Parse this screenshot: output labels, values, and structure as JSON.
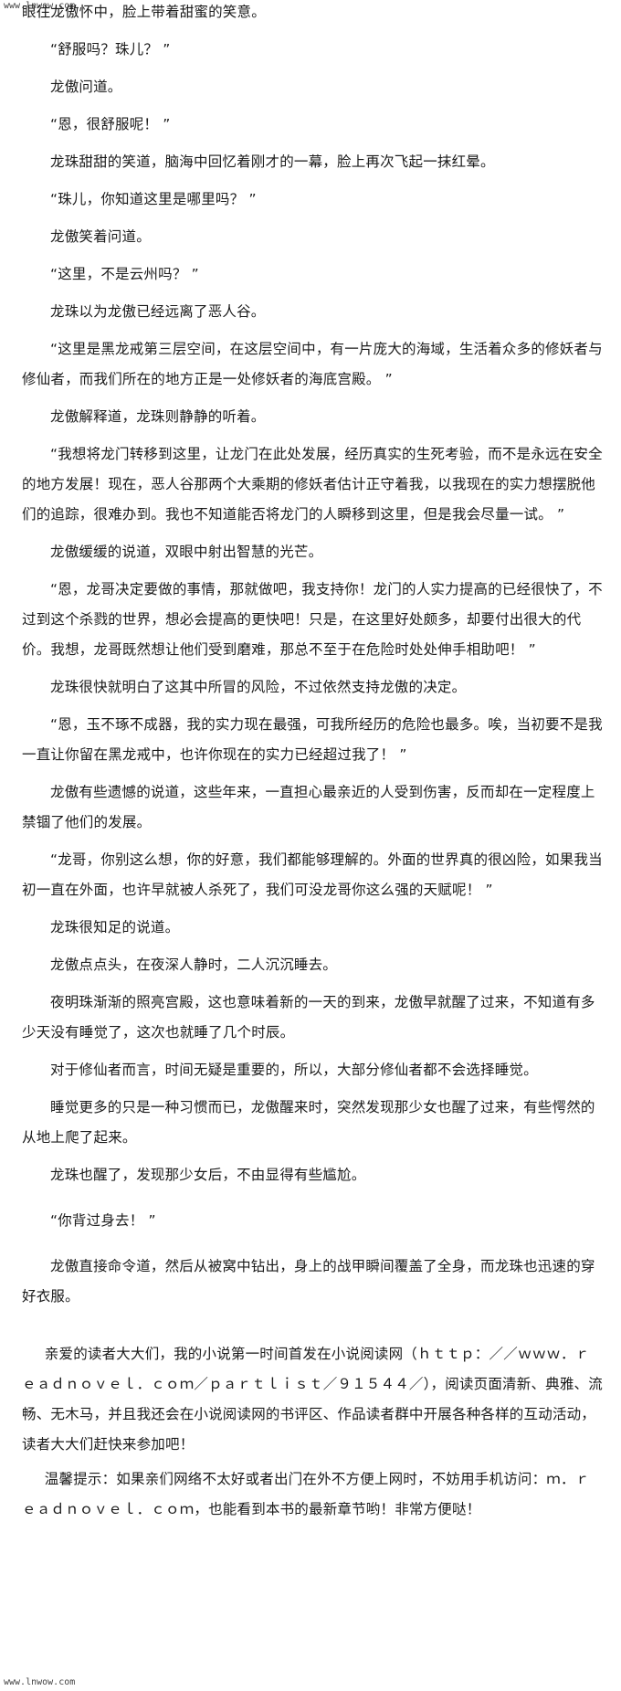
{
  "watermark_top": "www.lnwow.com",
  "watermark_bottom": "www.lnwow.com",
  "paragraphs": [
    "眼往龙傲怀中，脸上带着甜蜜的笑意。",
    "“舒服吗？珠儿？ ”",
    "龙傲问道。",
    "“恩，很舒服呢！ ”",
    "龙珠甜甜的笑道，脑海中回忆着刚才的一幕，脸上再次飞起一抹红晕。",
    "“珠儿，你知道这里是哪里吗？ ”",
    "龙傲笑着问道。",
    "“这里，不是云州吗？ ”",
    "龙珠以为龙傲已经远离了恶人谷。",
    "“这里是黑龙戒第三层空间，在这层空间中，有一片庞大的海域，生活着众多的修妖者与修仙者，而我们所在的地方正是一处修妖者的海底宫殿。 ”",
    "龙傲解释道，龙珠则静静的听着。",
    "“我想将龙门转移到这里，让龙门在此处发展，经历真实的生死考验，而不是永远在安全的地方发展！现在，恶人谷那两个大乘期的修妖者估计正守着我，以我现在的实力想摆脱他们的追踪，很难办到。我也不知道能否将龙门的人瞬移到这里，但是我会尽量一试。 ”",
    "龙傲缓缓的说道，双眼中射出智慧的光芒。",
    "“恩，龙哥决定要做的事情，那就做吧，我支持你！龙门的人实力提高的已经很快了，不过到这个杀戮的世界，想必会提高的更快吧！只是，在这里好处颇多，却要付出很大的代价。我想，龙哥既然想让他们受到磨难，那总不至于在危险时处处伸手相助吧！ ”",
    "龙珠很快就明白了这其中所冒的风险，不过依然支持龙傲的决定。",
    "“恩，玉不琢不成器，我的实力现在最强，可我所经历的危险也最多。唉，当初要不是我一直让你留在黑龙戒中，也许你现在的实力已经超过我了！ ”",
    "龙傲有些遗憾的说道，这些年来，一直担心最亲近的人受到伤害，反而却在一定程度上禁锢了他们的发展。",
    "“龙哥，你别这么想，你的好意，我们都能够理解的。外面的世界真的很凶险，如果我当初一直在外面，也许早就被人杀死了，我们可没龙哥你这么强的天赋呢！ ”",
    "龙珠很知足的说道。",
    "龙傲点点头，在夜深人静时，二人沉沉睡去。",
    "夜明珠渐渐的照亮宫殿，这也意味着新的一天的到来，龙傲早就醒了过来，不知道有多少天没有睡觉了，这次也就睡了几个时辰。",
    "对于修仙者而言，时间无疑是重要的，所以，大部分修仙者都不会选择睡觉。",
    "睡觉更多的只是一种习惯而已，龙傲醒来时，突然发现那少女也醒了过来，有些愕然的从地上爬了起来。",
    "龙珠也醒了，发现那少女后，不由显得有些尴尬。",
    "“你背过身去！ ”",
    "龙傲直接命令道，然后从被窝中钻出，身上的战甲瞬间覆盖了全身，而龙珠也迅速的穿好衣服。",
    "亲爱的读者大大们，我的小说第一时间首发在小说阅读网（ｈｔｔｐ：／／ｗｗｗ．ｒｅａｄｎｏｖｅｌ．ｃｏｍ／ｐａｒｔｌｉｓｔ／９１５４４／），阅读页面清新、典雅、流畅、无木马，并且我还会在小说阅读网的书评区、作品读者群中开展各种各样的互动活动，读者大大们赶快来参加吧！",
    "温馨提示：如果亲们网络不太好或者出门在外不方便上网时，不妨用手机访问：ｍ．ｒｅａｄｎｏｖｅｌ．ｃｏｍ，也能看到本书的最新章节哟！非常方便哒！"
  ]
}
